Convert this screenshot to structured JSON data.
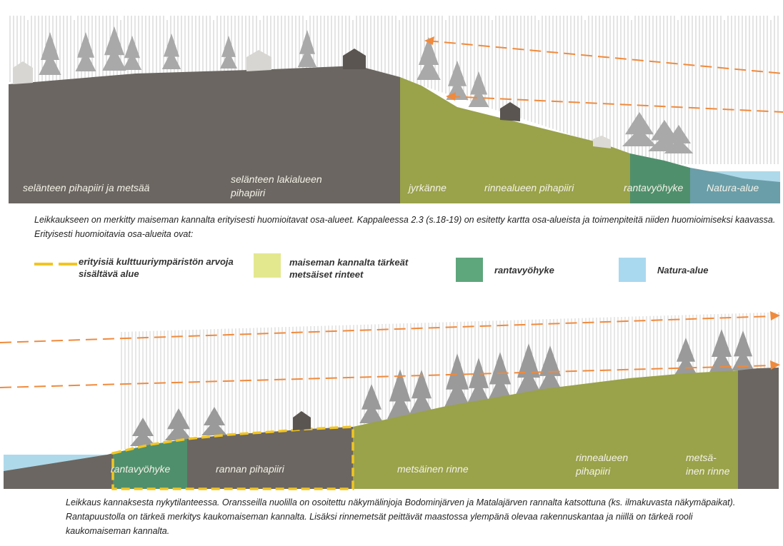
{
  "top_section": {
    "zones": [
      "selänteen pihapiiri ja metsää",
      "selänteen lakialueen pihapiiri",
      "jyrkänne",
      "rinnealueen pihapiiri",
      "rantavyöhyke",
      "Natura-alue"
    ],
    "caption": "Leikkaukseen on merkitty maiseman kannalta erityisesti huomioitavat osa-alueet. Kappaleessa 2.3 (s.18-19) on esitetty kartta osa-alueista ja toimenpiteitä niiden huomioimiseksi kaavassa. Erityisesti huomioitavia osa-alueita ovat:"
  },
  "legend": {
    "items": [
      {
        "label": "erityisiä kulttuuriympäristön arvoja sisältävä alue",
        "color": "#f2c522",
        "style": "dashed-line"
      },
      {
        "label": "maiseman kannalta tärkeät metsäiset rinteet",
        "color": "#e3e88f",
        "style": "fill"
      },
      {
        "label": "rantavyöhyke",
        "color": "#5ea67c",
        "style": "fill"
      },
      {
        "label": "Natura-alue",
        "color": "#a9d9ef",
        "style": "fill"
      }
    ]
  },
  "bottom_section": {
    "zones": [
      "rantavyöhyke",
      "rannan pihapiiri",
      "metsäinen rinne",
      "rinnealueen pihapiiri",
      "metsäinen rinne"
    ],
    "caption": "Leikkaus kannaksesta nykytilanteessa. Oransseilla nuolilla on osoitettu näkymälinjoja Bodominjärven ja Matalajärven rannalta katsottuna (ks. ilmakuvasta näkymäpaikat). Rantapuustolla on tärkeä merkitys kaukomaiseman kannalta. Lisäksi rinnemetsät peittävät maastossa ylempänä olevaa rakennuskantaa ja niillä on tärkeä rooli kaukomaiseman kannalta."
  },
  "colors": {
    "terrain_dark": "#6b6661",
    "terrain_slope": "#9aa24a",
    "shore_zone": "#4f8f6c",
    "natura": "#a9d9ef",
    "view_arrow": "#f08a3c",
    "culture_outline": "#f2c522"
  }
}
